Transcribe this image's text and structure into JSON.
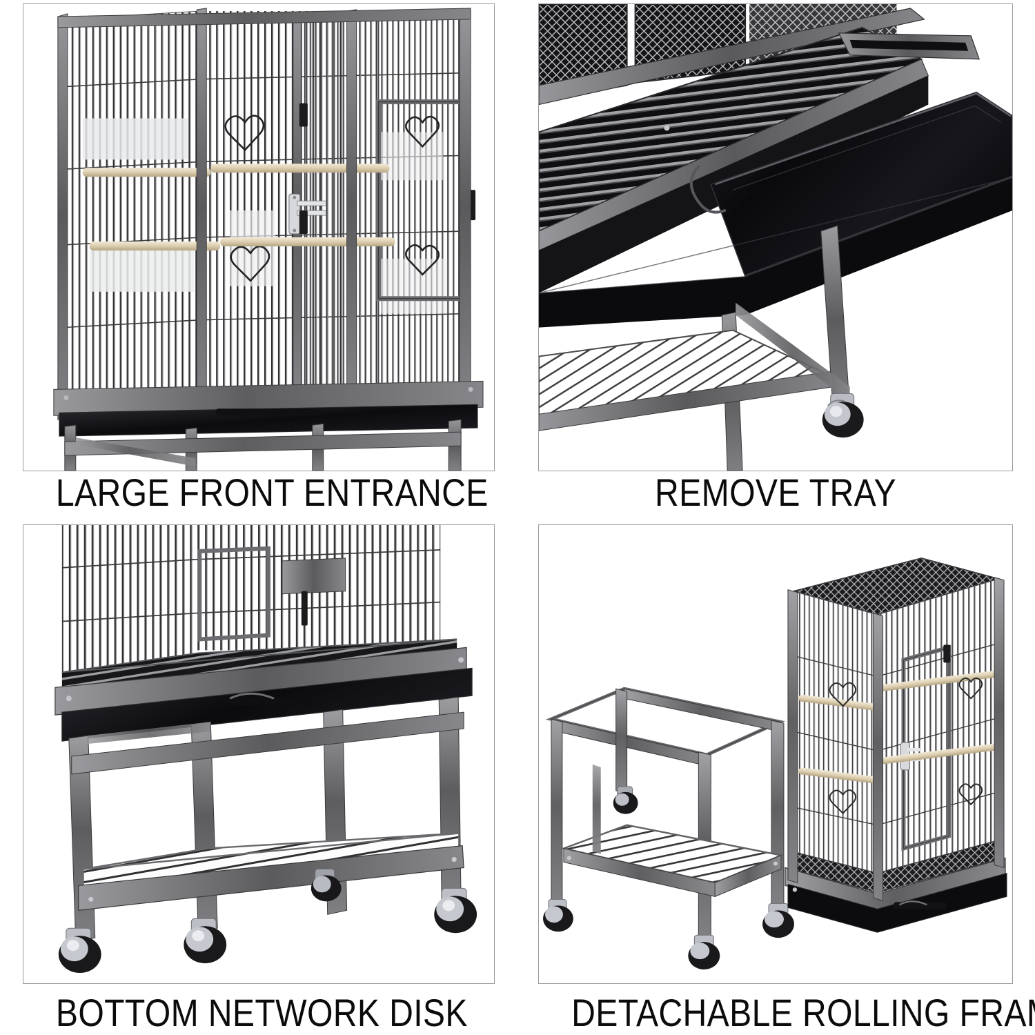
{
  "sheet": {
    "background_color": "#ffffff",
    "panel_border_color": "#9a9a9a",
    "caption_color": "#0b0b0b",
    "layout": "2x2 feature grid",
    "rows": 2,
    "columns": 2
  },
  "product": {
    "name": "Rolling Metal Bird Cage with Stand",
    "finish_color": "#6f6f71",
    "perch_color": "#ddd0b2",
    "tray_color": "#0a0a0c",
    "caster_color": "#c9cbcf"
  },
  "panels": [
    {
      "id": "panel-1",
      "caption": "LARGE FRONT ENTRANCE",
      "position": "top-left",
      "subject": "bird cage front view with large double front door open",
      "features": [
        "vertical wire bars",
        "heart-shaped decorative wire",
        "two wooden perches",
        "front latch",
        "pull-out bottom tray",
        "metal stand legs"
      ]
    },
    {
      "id": "panel-2",
      "caption": "REMOVE TRAY",
      "position": "top-right",
      "subject": "close-up of glossy black tray sliding out from under the wire grate floor",
      "features": [
        "black plastic slide-out tray",
        "wire grate floor",
        "diamond mesh panel",
        "hammertone stand leg",
        "swivel caster",
        "lower wire shelf"
      ]
    },
    {
      "id": "panel-3",
      "caption": "BOTTOM NETWORK DISK",
      "position": "bottom-left",
      "subject": "lower half of cage on rolling stand showing bottom grid floor and shelf",
      "features": [
        "bottom wire grid floor",
        "black slide-out tray",
        "four-leg stand",
        "lower wire storage shelf",
        "four swivel casters"
      ]
    },
    {
      "id": "panel-4",
      "caption": "DETACHABLE ROLLING FRAME",
      "position": "bottom-right",
      "subject": "cage body separated from the rolling stand frame",
      "features": [
        "detached rolling stand with casters",
        "lower wire shelf",
        "full cage body with perches",
        "mesh bottom grate",
        "front door latch"
      ]
    }
  ]
}
